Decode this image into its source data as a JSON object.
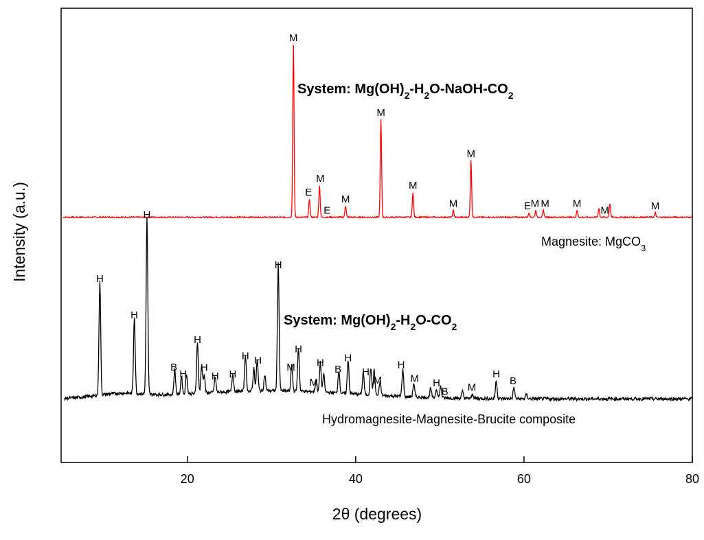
{
  "chart_data": {
    "type": "line",
    "xlabel": "2θ (degrees)",
    "ylabel": "Intensity (a.u.)",
    "xlim": [
      5,
      80
    ],
    "ylim": [
      0,
      100
    ],
    "xticks": [
      20,
      40,
      60,
      80
    ],
    "yticks": [],
    "grid": false,
    "legend": "none",
    "series": [
      {
        "name": "Magnesite: MgCO3",
        "display_name": {
          "text": "Magnesite: MgCO",
          "sub": "3"
        },
        "color": "#ff0000",
        "baseline": 54,
        "peaks": [
          [
            32.6,
            92
          ],
          [
            34.5,
            58
          ],
          [
            35.7,
            61
          ],
          [
            38.8,
            56.5
          ],
          [
            43.0,
            75.5
          ],
          [
            46.8,
            59.5
          ],
          [
            51.6,
            55.5
          ],
          [
            53.7,
            66.5
          ],
          [
            60.6,
            55
          ],
          [
            61.4,
            55.5
          ],
          [
            62.3,
            55.5
          ],
          [
            66.3,
            55.5
          ],
          [
            68.9,
            56
          ],
          [
            70.2,
            57
          ],
          [
            75.6,
            55
          ]
        ]
      },
      {
        "name": "Hydromagnesite-Magnesite-Brucite composite",
        "color": "#000000",
        "baseline": 14,
        "peaks": [
          [
            9.6,
            39
          ],
          [
            13.7,
            31
          ],
          [
            15.2,
            53
          ],
          [
            18.5,
            19.5
          ],
          [
            19.3,
            18
          ],
          [
            19.9,
            18.5
          ],
          [
            21.2,
            25.5
          ],
          [
            21.7,
            20
          ],
          [
            22.0,
            18
          ],
          [
            23.3,
            17.5
          ],
          [
            25.4,
            18
          ],
          [
            26.9,
            22
          ],
          [
            27.9,
            19
          ],
          [
            28.3,
            21
          ],
          [
            29.2,
            17.5
          ],
          [
            30.8,
            42
          ],
          [
            32.4,
            19.5
          ],
          [
            33.2,
            23.5
          ],
          [
            35.3,
            16.5
          ],
          [
            35.8,
            20.5
          ],
          [
            36.2,
            18
          ],
          [
            38.0,
            19
          ],
          [
            39.1,
            21.5
          ],
          [
            40.9,
            19
          ],
          [
            41.8,
            20
          ],
          [
            42.2,
            19.5
          ],
          [
            42.9,
            17
          ],
          [
            45.6,
            20
          ],
          [
            46.9,
            17
          ],
          [
            48.9,
            16
          ],
          [
            49.6,
            16
          ],
          [
            50.1,
            16.5
          ],
          [
            52.7,
            15.5
          ],
          [
            53.9,
            15
          ],
          [
            56.7,
            18
          ],
          [
            58.8,
            16.5
          ],
          [
            60.3,
            15
          ]
        ]
      }
    ],
    "annotations": [
      {
        "text": "M",
        "x": 32.6,
        "series": 0
      },
      {
        "text": "E",
        "x": 34.4,
        "series": 0
      },
      {
        "text": "M",
        "x": 35.8,
        "series": 0
      },
      {
        "text": "E",
        "x": 36.6,
        "series": 0
      },
      {
        "text": "M",
        "x": 38.8,
        "series": 0
      },
      {
        "text": "M",
        "x": 43.0,
        "series": 0
      },
      {
        "text": "M",
        "x": 46.8,
        "series": 0
      },
      {
        "text": "M",
        "x": 51.6,
        "series": 0
      },
      {
        "text": "M",
        "x": 53.7,
        "series": 0
      },
      {
        "text": "E",
        "x": 60.4,
        "series": 0
      },
      {
        "text": "M",
        "x": 61.3,
        "series": 0
      },
      {
        "text": "M",
        "x": 62.5,
        "series": 0
      },
      {
        "text": "M",
        "x": 66.3,
        "series": 0
      },
      {
        "text": "M",
        "x": 69.6,
        "series": 0
      },
      {
        "text": "M",
        "x": 75.6,
        "series": 0
      },
      {
        "text": "H",
        "x": 9.6,
        "series": 1
      },
      {
        "text": "H",
        "x": 13.7,
        "series": 1
      },
      {
        "text": "H",
        "x": 15.2,
        "series": 1
      },
      {
        "text": "B",
        "x": 18.4,
        "series": 1
      },
      {
        "text": "H",
        "x": 19.5,
        "series": 1
      },
      {
        "text": "H",
        "x": 21.2,
        "series": 1
      },
      {
        "text": "H",
        "x": 22.0,
        "series": 1
      },
      {
        "text": "H",
        "x": 23.3,
        "series": 1
      },
      {
        "text": "H",
        "x": 25.4,
        "series": 1
      },
      {
        "text": "H",
        "x": 26.9,
        "series": 1
      },
      {
        "text": "H",
        "x": 28.4,
        "series": 1
      },
      {
        "text": "H",
        "x": 30.8,
        "series": 1
      },
      {
        "text": "M",
        "x": 32.3,
        "series": 1
      },
      {
        "text": "H",
        "x": 33.2,
        "series": 1
      },
      {
        "text": "M",
        "x": 35.0,
        "series": 1
      },
      {
        "text": "H",
        "x": 35.8,
        "series": 1
      },
      {
        "text": "B",
        "x": 37.9,
        "series": 1
      },
      {
        "text": "H",
        "x": 39.1,
        "series": 1
      },
      {
        "text": "H",
        "x": 41.2,
        "series": 1
      },
      {
        "text": "M",
        "x": 42.6,
        "series": 1
      },
      {
        "text": "H",
        "x": 45.4,
        "series": 1
      },
      {
        "text": "M",
        "x": 47.0,
        "series": 1
      },
      {
        "text": "H",
        "x": 49.6,
        "series": 1
      },
      {
        "text": "B",
        "x": 50.6,
        "series": 1
      },
      {
        "text": "M",
        "x": 53.8,
        "series": 1
      },
      {
        "text": "H",
        "x": 56.7,
        "series": 1
      },
      {
        "text": "B",
        "x": 58.7,
        "series": 1
      }
    ],
    "system_labels": [
      {
        "series": 0,
        "parts": [
          {
            "t": "System: Mg(OH)"
          },
          {
            "t": "2",
            "sub": true
          },
          {
            "t": "-H"
          },
          {
            "t": "2",
            "sub": true
          },
          {
            "t": "O-NaOH-CO"
          },
          {
            "t": "2",
            "sub": true
          }
        ]
      },
      {
        "series": 1,
        "parts": [
          {
            "t": "System: Mg(OH)"
          },
          {
            "t": "2",
            "sub": true
          },
          {
            "t": "-H"
          },
          {
            "t": "2",
            "sub": true
          },
          {
            "t": "O-CO"
          },
          {
            "t": "2",
            "sub": true
          }
        ]
      }
    ]
  }
}
